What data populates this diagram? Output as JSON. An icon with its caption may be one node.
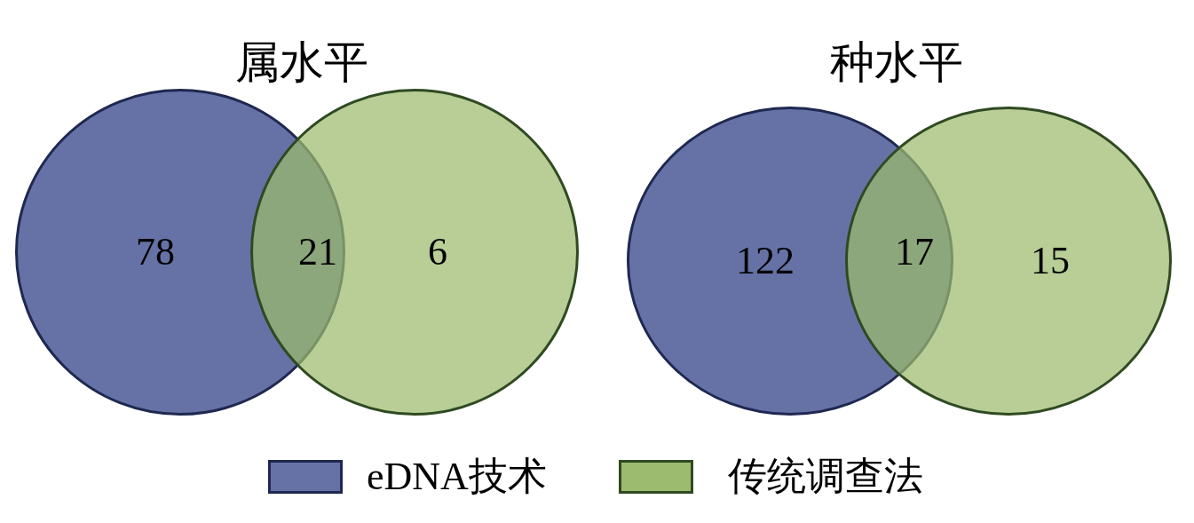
{
  "diagram": {
    "nodes": [
      {
        "text": [
          "78"
        ]
      },
      {
        "text": [
          "6"
        ]
      },
      {
        "text": [
          "122"
        ]
      },
      {
        "text": [
          "15"
        ]
      }
    ],
    "labels": [
      "属水平",
      "种水平",
      "21",
      "17"
    ],
    "legend": [
      {
        "text": "eDNA技术",
        "color": "#6672a6"
      },
      {
        "text": "传统调查法",
        "color": "#9cbb6e"
      }
    ]
  }
}
